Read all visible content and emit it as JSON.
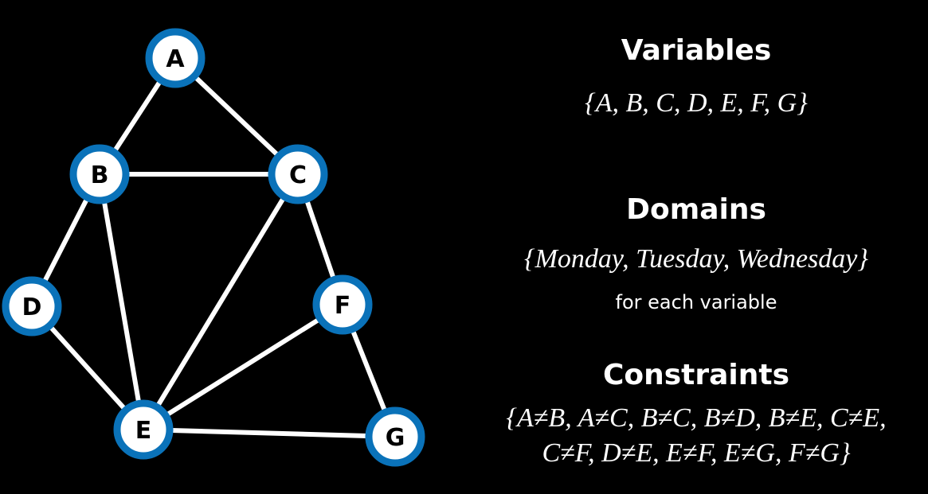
{
  "graph": {
    "nodes": [
      {
        "id": "A",
        "label": "A"
      },
      {
        "id": "B",
        "label": "B"
      },
      {
        "id": "C",
        "label": "C"
      },
      {
        "id": "D",
        "label": "D"
      },
      {
        "id": "E",
        "label": "E"
      },
      {
        "id": "F",
        "label": "F"
      },
      {
        "id": "G",
        "label": "G"
      }
    ],
    "edges": [
      [
        "A",
        "B"
      ],
      [
        "A",
        "C"
      ],
      [
        "B",
        "C"
      ],
      [
        "B",
        "D"
      ],
      [
        "B",
        "E"
      ],
      [
        "C",
        "E"
      ],
      [
        "C",
        "F"
      ],
      [
        "D",
        "E"
      ],
      [
        "E",
        "F"
      ],
      [
        "E",
        "G"
      ],
      [
        "F",
        "G"
      ]
    ],
    "colors": {
      "node_ring": "#0a72b9",
      "node_fill": "#ffffff",
      "edge": "#ffffff",
      "label": "#000000"
    }
  },
  "variables": {
    "heading": "Variables",
    "set": "{A, B, C, D, E, F, G}"
  },
  "domains": {
    "heading": "Domains",
    "set": "{Monday, Tuesday, Wednesday}",
    "note": "for each variable"
  },
  "constraints": {
    "heading": "Constraints",
    "line1": "{A≠B, A≠C, B≠C, B≠D, B≠E, C≠E,",
    "line2": "C≠F, D≠E, E≠F, E≠G, F≠G}"
  }
}
